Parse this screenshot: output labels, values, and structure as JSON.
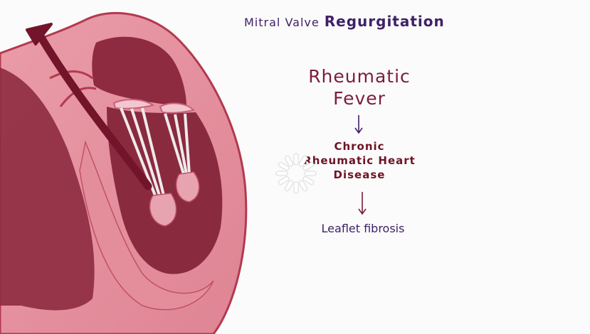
{
  "title": {
    "part1": "Mitral Valve",
    "part2": "Regurgitation"
  },
  "flow": {
    "step1": {
      "line1": "Rheumatic",
      "line2": "Fever"
    },
    "step2": {
      "line1": "Chronic",
      "line2": "Rheumatic Heart",
      "line3": "Disease"
    },
    "step3": "Leaflet fibrosis"
  },
  "colors": {
    "heart_wall": "#e58f9d",
    "heart_outline": "#b3394f",
    "chamber": "#8f2d42",
    "regurgitant_arrow": "#73152a",
    "chordae": "#e8e3e3",
    "title_text": "#3f2166",
    "flow_text": "#7a1e38"
  },
  "icons": {
    "loading": "loading-spinner-icon"
  }
}
